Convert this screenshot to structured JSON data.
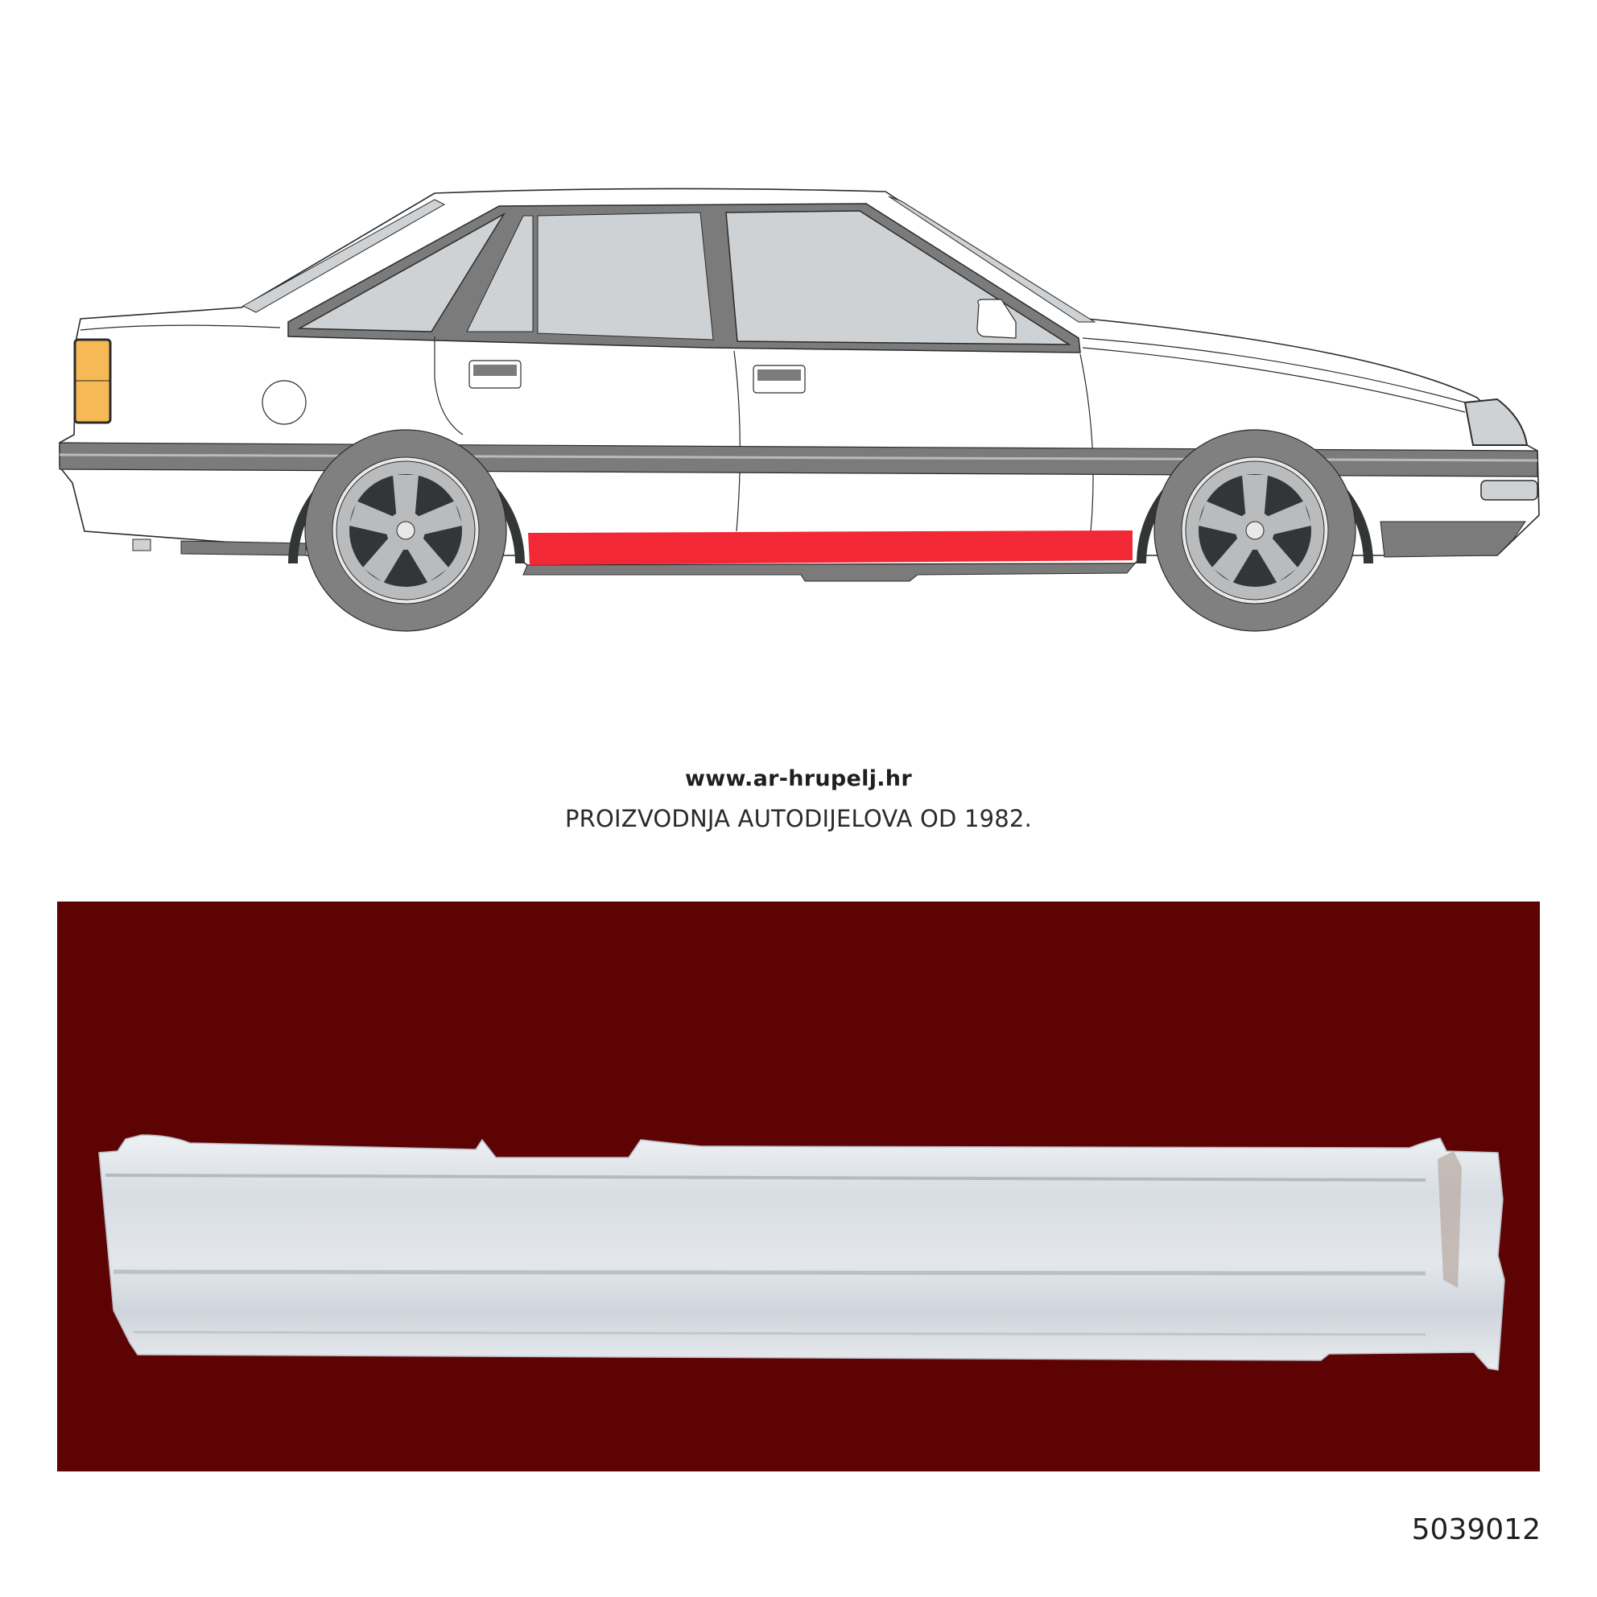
{
  "illustration": {
    "subject": "Sedan side view (right side) with highlighted rocker panel",
    "highlighted_part": "rocker-panel-sill",
    "colors": {
      "body": "#ffffff",
      "outline": "#2b2b2b",
      "trim": "#7b7b7b",
      "glass": "#cfd2d4",
      "tire": "#808080",
      "wheel_arch": "#333637",
      "rim": "#b9bbbd",
      "tail_lamp": "#f6b955",
      "highlight": "#f32837"
    }
  },
  "branding": {
    "website": "www.ar-hrupelj.hr",
    "tagline": "PROIZVODNJA AUTODIJELOVA OD 1982."
  },
  "product_photo": {
    "background_color": "#5e0303",
    "part_color": "#dfe3e8",
    "description": "Rocker panel sill repair part photo"
  },
  "part_number": "5039012"
}
